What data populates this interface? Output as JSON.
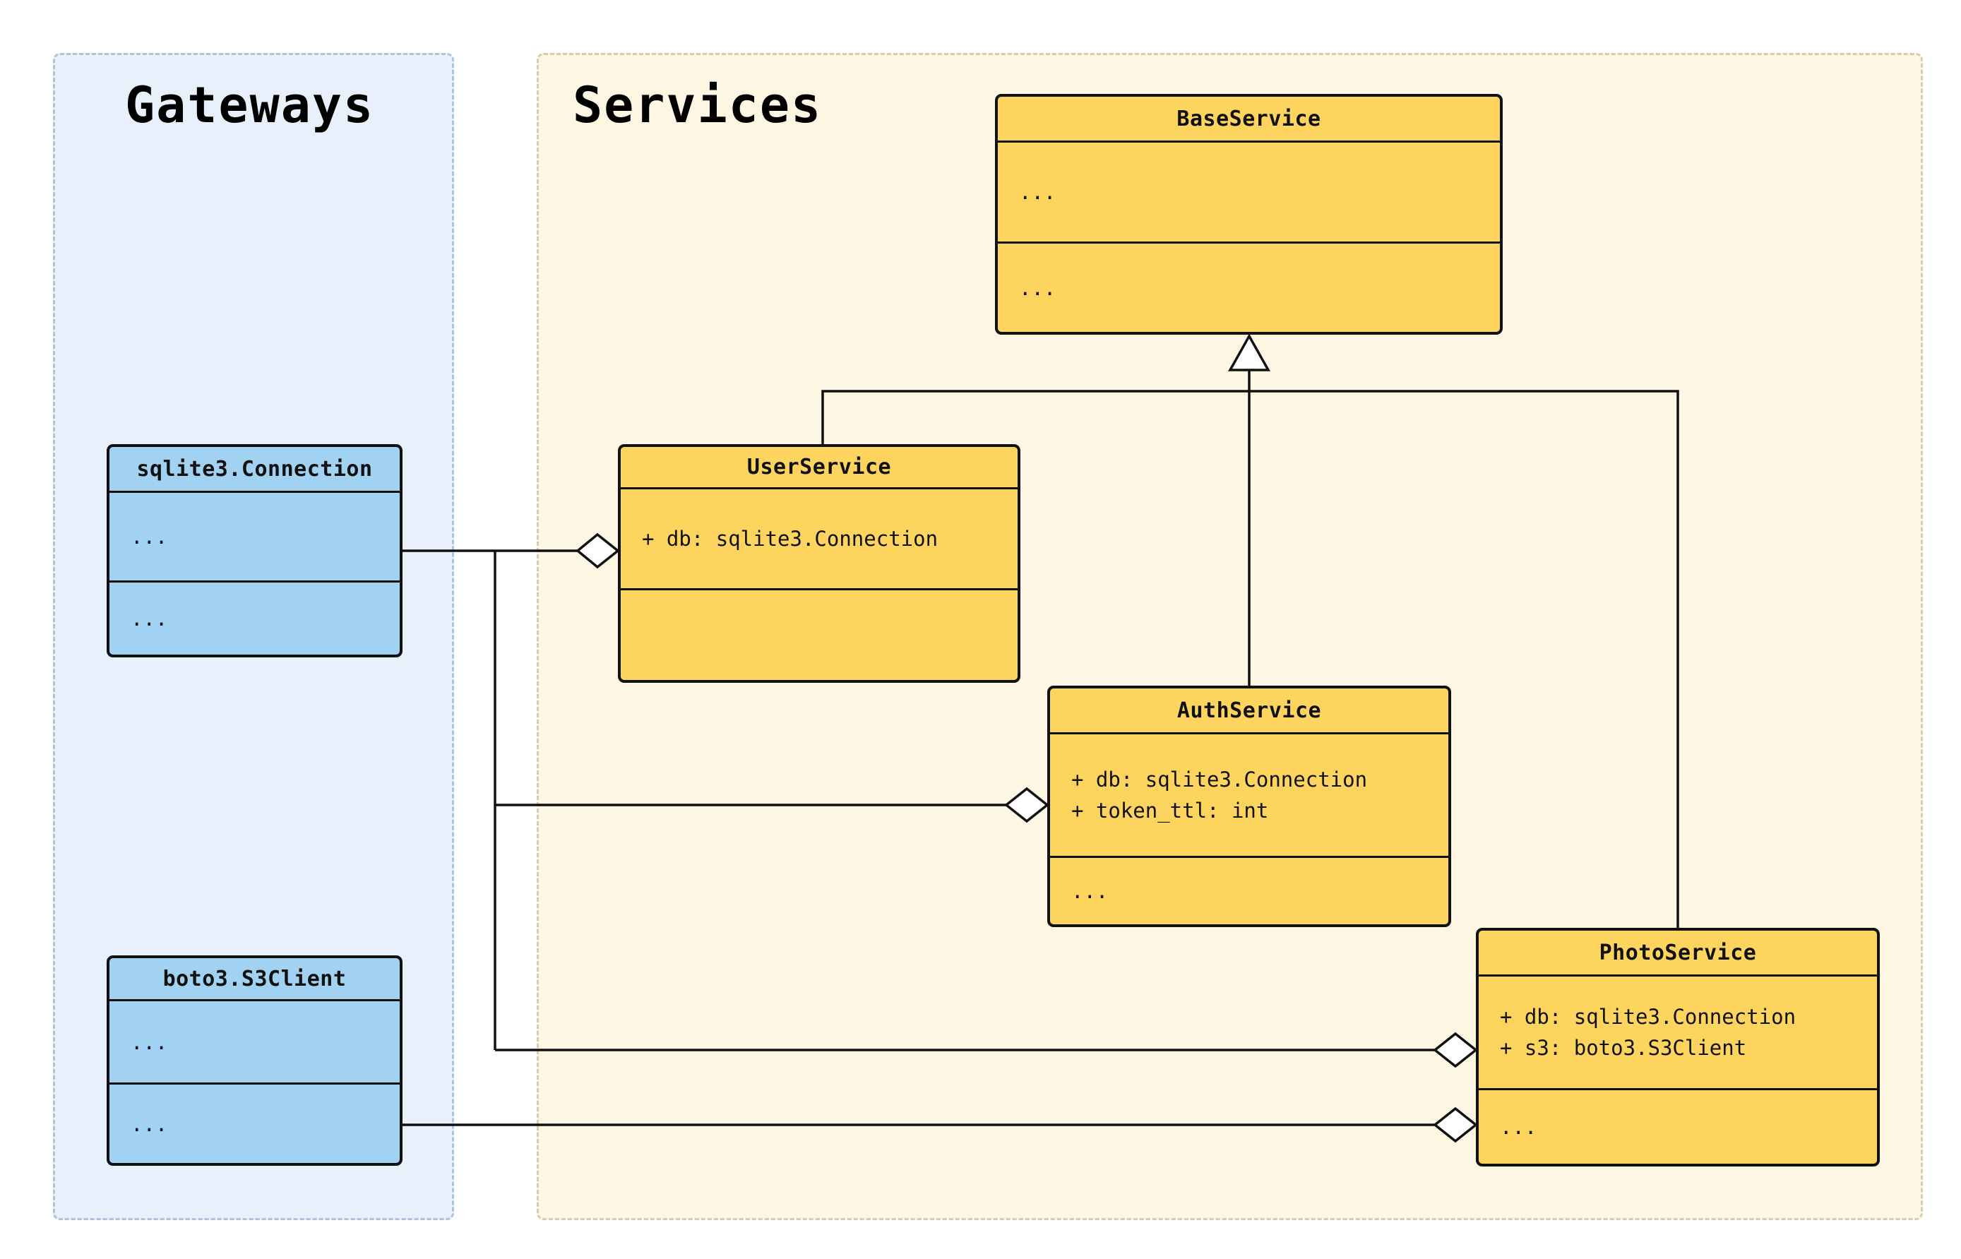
{
  "groups": {
    "gateways": {
      "title": "Gateways"
    },
    "services": {
      "title": "Services"
    }
  },
  "classes": {
    "sqlite_connection": {
      "title": "sqlite3.Connection",
      "attributes": [
        "..."
      ],
      "methods": [
        "..."
      ]
    },
    "boto3_s3client": {
      "title": "boto3.S3Client",
      "attributes": [
        "..."
      ],
      "methods": [
        "..."
      ]
    },
    "base_service": {
      "title": "BaseService",
      "attributes": [
        "..."
      ],
      "methods": [
        "..."
      ]
    },
    "user_service": {
      "title": "UserService",
      "attributes": [
        "+ db: sqlite3.Connection"
      ],
      "methods": []
    },
    "auth_service": {
      "title": "AuthService",
      "attributes": [
        "+ db: sqlite3.Connection",
        "+ token_ttl: int"
      ],
      "methods": [
        "..."
      ]
    },
    "photo_service": {
      "title": "PhotoService",
      "attributes": [
        "+ db: sqlite3.Connection",
        "+ s3: boto3.S3Client"
      ],
      "methods": [
        "..."
      ]
    }
  },
  "relationships": [
    {
      "type": "inheritance",
      "from": "UserService",
      "to": "BaseService"
    },
    {
      "type": "inheritance",
      "from": "AuthService",
      "to": "BaseService"
    },
    {
      "type": "inheritance",
      "from": "PhotoService",
      "to": "BaseService"
    },
    {
      "type": "aggregation",
      "whole": "UserService",
      "part": "sqlite3.Connection"
    },
    {
      "type": "aggregation",
      "whole": "AuthService",
      "part": "sqlite3.Connection"
    },
    {
      "type": "aggregation",
      "whole": "PhotoService",
      "part": "sqlite3.Connection"
    },
    {
      "type": "aggregation",
      "whole": "PhotoService",
      "part": "boto3.S3Client"
    }
  ],
  "colors": {
    "gateway_panel_bg": "#E8F1FB",
    "gateway_panel_border": "#AFC3DA",
    "gateway_box_bg": "#A2D2F2",
    "service_panel_bg": "#FDF6E3",
    "service_panel_border": "#D6CDB0",
    "service_box_bg": "#FCD45E",
    "line": "#111111"
  }
}
